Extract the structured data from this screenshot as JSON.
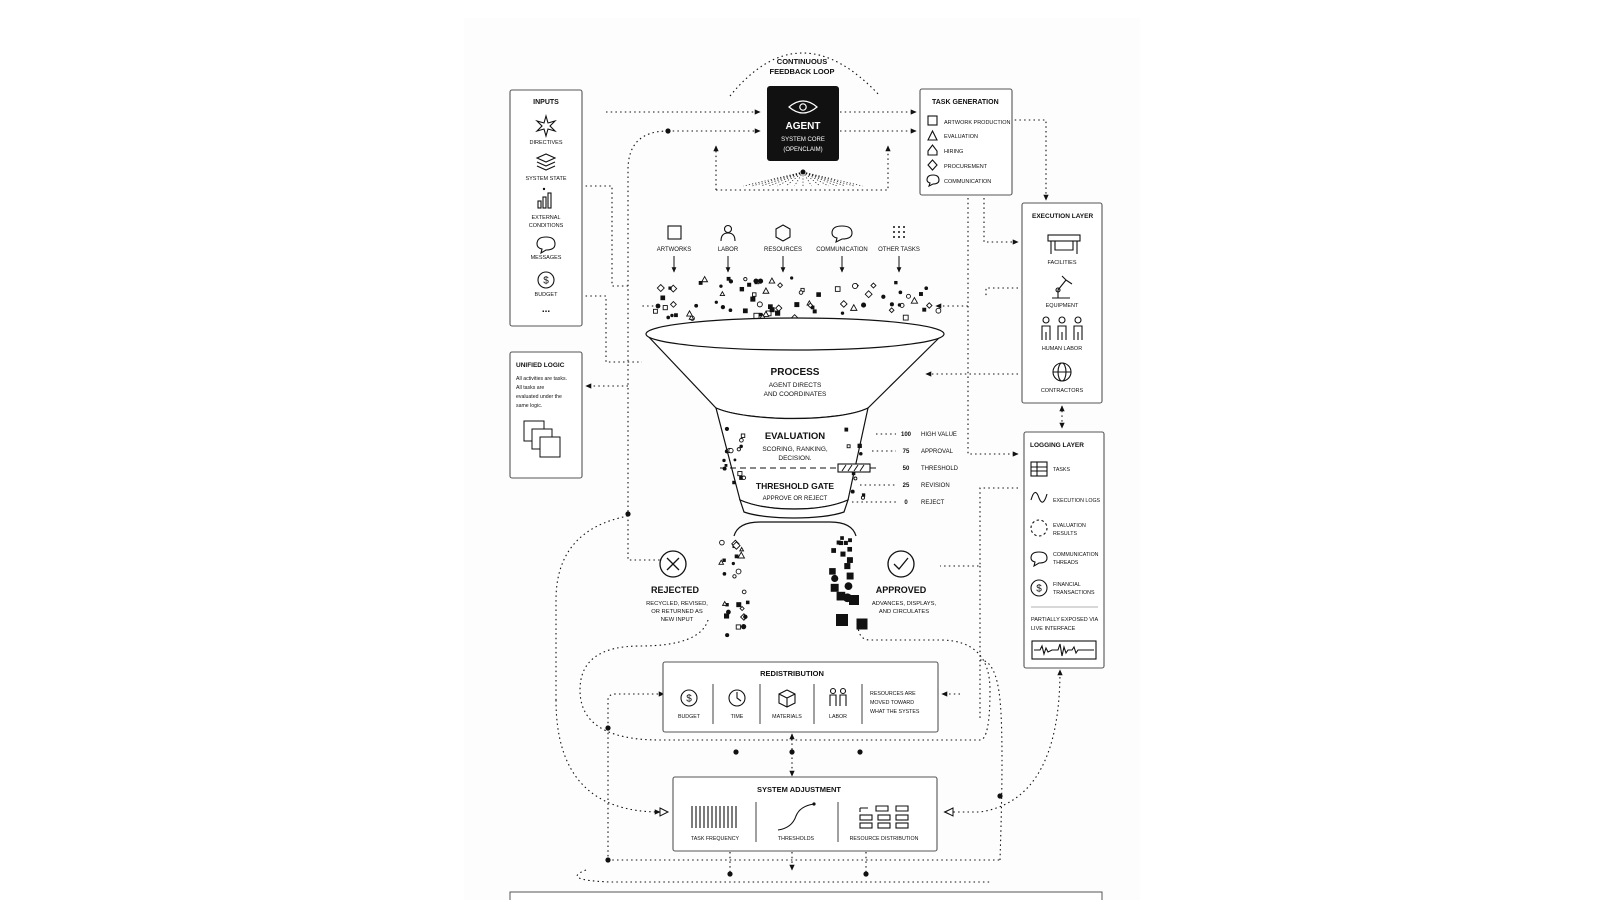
{
  "feedback_loop": {
    "line1": "CONTINUOUS",
    "line2": "FEEDBACK LOOP"
  },
  "agent": {
    "title": "AGENT",
    "sub1": "SYSTEM CORE",
    "sub2": "(OPENCLAIM)",
    "icon": "eye-icon"
  },
  "inputs": {
    "title": "INPUTS",
    "items": [
      {
        "label": "DIRECTIVES",
        "icon": "starburst-icon"
      },
      {
        "label": "SYSTEM STATE",
        "icon": "layers-icon"
      },
      {
        "label": "EXTERNAL",
        "label2": "CONDITIONS",
        "icon": "bar-chart-icon"
      },
      {
        "label": "MESSAGES",
        "icon": "speech-bubble-icon"
      },
      {
        "label": "BUDGET",
        "icon": "dollar-icon"
      }
    ],
    "more": "..."
  },
  "unified_logic": {
    "title": "UNIFIED LOGIC",
    "lines": [
      "All activities are tasks.",
      "All tasks are",
      "evaluated under the",
      "same logic."
    ]
  },
  "task_generation": {
    "title": "TASK GENERATION",
    "items": [
      {
        "label": "ARTWORK PRODUCTION",
        "icon": "square-icon"
      },
      {
        "label": "EVALUATION",
        "icon": "triangle-icon"
      },
      {
        "label": "HIRING",
        "icon": "pentagon-icon"
      },
      {
        "label": "PROCUREMENT",
        "icon": "diamond-icon"
      },
      {
        "label": "COMMUNICATION",
        "icon": "speech-bubble-icon"
      }
    ]
  },
  "categories": [
    {
      "label": "ARTWORKS",
      "icon": "square-icon"
    },
    {
      "label": "LABOR",
      "icon": "person-icon"
    },
    {
      "label": "RESOURCES",
      "icon": "hexagon-icon"
    },
    {
      "label": "COMMUNICATION",
      "icon": "speech-bubble-icon"
    },
    {
      "label": "OTHER TASKS",
      "icon": "dot-grid-icon"
    }
  ],
  "funnel": {
    "process_title": "PROCESS",
    "process_sub1": "AGENT DIRECTS",
    "process_sub2": "AND COORDINATES",
    "eval_title": "EVALUATION",
    "eval_sub1": "SCORING, RANKING,",
    "eval_sub2": "DECISION.",
    "gate_title": "THRESHOLD GATE",
    "gate_sub": "APPROVE OR REJECT"
  },
  "scale": [
    {
      "value": "100",
      "label": "HIGH VALUE"
    },
    {
      "value": "75",
      "label": "APPROVAL"
    },
    {
      "value": "50",
      "label": "THRESHOLD"
    },
    {
      "value": "25",
      "label": "REVISION"
    },
    {
      "value": "0",
      "label": "REJECT"
    }
  ],
  "execution_layer": {
    "title": "EXECUTION LAYER",
    "items": [
      {
        "label": "FACILITIES",
        "icon": "table-icon"
      },
      {
        "label": "EQUIPMENT",
        "icon": "robot-arm-icon"
      },
      {
        "label": "HUMAN LABOR",
        "icon": "people-icon"
      },
      {
        "label": "CONTRACTORS",
        "icon": "globe-icon"
      }
    ]
  },
  "logging_layer": {
    "title": "LOGGING LAYER",
    "items": [
      {
        "label": "TASKS",
        "icon": "grid-table-icon"
      },
      {
        "label": "EXECUTION LOGS",
        "icon": "wave-icon"
      },
      {
        "label": "EVALUATION",
        "label2": "RESULTS",
        "icon": "dashed-circle-icon"
      },
      {
        "label": "COMMUNICATION",
        "label2": "THREADS",
        "icon": "speech-bubble-icon"
      },
      {
        "label": "FINANCIAL",
        "label2": "TRANSACTIONS",
        "icon": "dollar-icon"
      }
    ],
    "note1": "PARTIALLY EXPOSED VIA",
    "note2": "LIVE INTERFACE"
  },
  "rejected": {
    "title": "REJECTED",
    "l1": "RECYCLED, REVISED,",
    "l2": "OR RETURNED AS",
    "l3": "NEW INPUT"
  },
  "approved": {
    "title": "APPROVED",
    "l1": "ADVANCES, DISPLAYS,",
    "l2": "AND CIRCULATES"
  },
  "redistribution": {
    "title": "REDISTRIBUTION",
    "items": [
      {
        "label": "BUDGET",
        "icon": "dollar-icon"
      },
      {
        "label": "TIME",
        "icon": "clock-icon"
      },
      {
        "label": "MATERIALS",
        "icon": "cube-icon"
      },
      {
        "label": "LABOR",
        "icon": "people-icon"
      }
    ],
    "note": [
      "RESOURCES ARE",
      "MOVED TOWARD",
      "WHAT THE SYSTES"
    ]
  },
  "system_adjustment": {
    "title": "SYSTEM ADJUSTMENT",
    "items": [
      {
        "label": "TASK FREQUENCY",
        "icon": "barcode-icon"
      },
      {
        "label": "THRESHOLDS",
        "icon": "curve-icon"
      },
      {
        "label": "RESOURCE DISTRIBUTION",
        "icon": "slots-icon"
      }
    ]
  }
}
